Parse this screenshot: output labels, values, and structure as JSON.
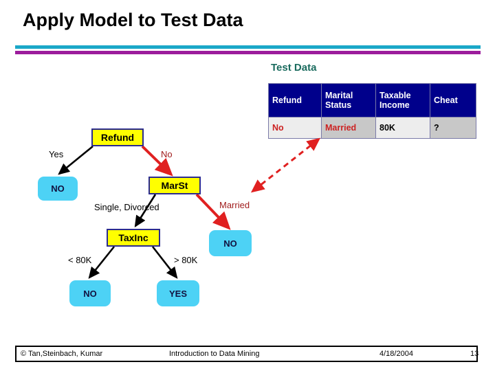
{
  "slide": {
    "title": "Apply Model to Test Data",
    "accent_colors": {
      "rule_teal": "#1BA8C8",
      "rule_purple": "#9C1D9C",
      "caption_teal": "#1A6B5E",
      "node_fill": "#FFFF00",
      "node_border": "#2B2B8F",
      "leaf_fill": "#4DD2F5",
      "table_header": "#00008B",
      "highlight_red": "#CC2222",
      "edge_red": "#E02020",
      "edge_black": "#000000"
    }
  },
  "test_data": {
    "caption": "Test Data",
    "columns": [
      "Refund",
      "Marital Status",
      "Taxable Income",
      "Cheat"
    ],
    "rows": [
      {
        "refund": "No",
        "marital_status": "Married",
        "taxable_income": "80K",
        "cheat": "?"
      }
    ]
  },
  "tree": {
    "nodes": [
      {
        "id": "refund",
        "label": "Refund",
        "type": "attribute"
      },
      {
        "id": "marst",
        "label": "MarSt",
        "type": "attribute"
      },
      {
        "id": "taxinc",
        "label": "TaxInc",
        "type": "attribute"
      },
      {
        "id": "leaf-no-refund",
        "label": "NO",
        "type": "leaf"
      },
      {
        "id": "leaf-no-married",
        "label": "NO",
        "type": "leaf"
      },
      {
        "id": "leaf-no-lowtax",
        "label": "NO",
        "type": "leaf"
      },
      {
        "id": "leaf-yes-hightax",
        "label": "YES",
        "type": "leaf"
      }
    ],
    "edge_labels": {
      "refund_yes": "Yes",
      "refund_no": "No",
      "marst_single_divorced": "Single, Divorced",
      "marst_married": "Married",
      "taxinc_low": "< 80K",
      "taxinc_high": "> 80K"
    }
  },
  "footer": {
    "copyright": "© Tan,Steinbach, Kumar",
    "subject": "Introduction to Data Mining",
    "date": "4/18/2004",
    "page_number": "13"
  }
}
